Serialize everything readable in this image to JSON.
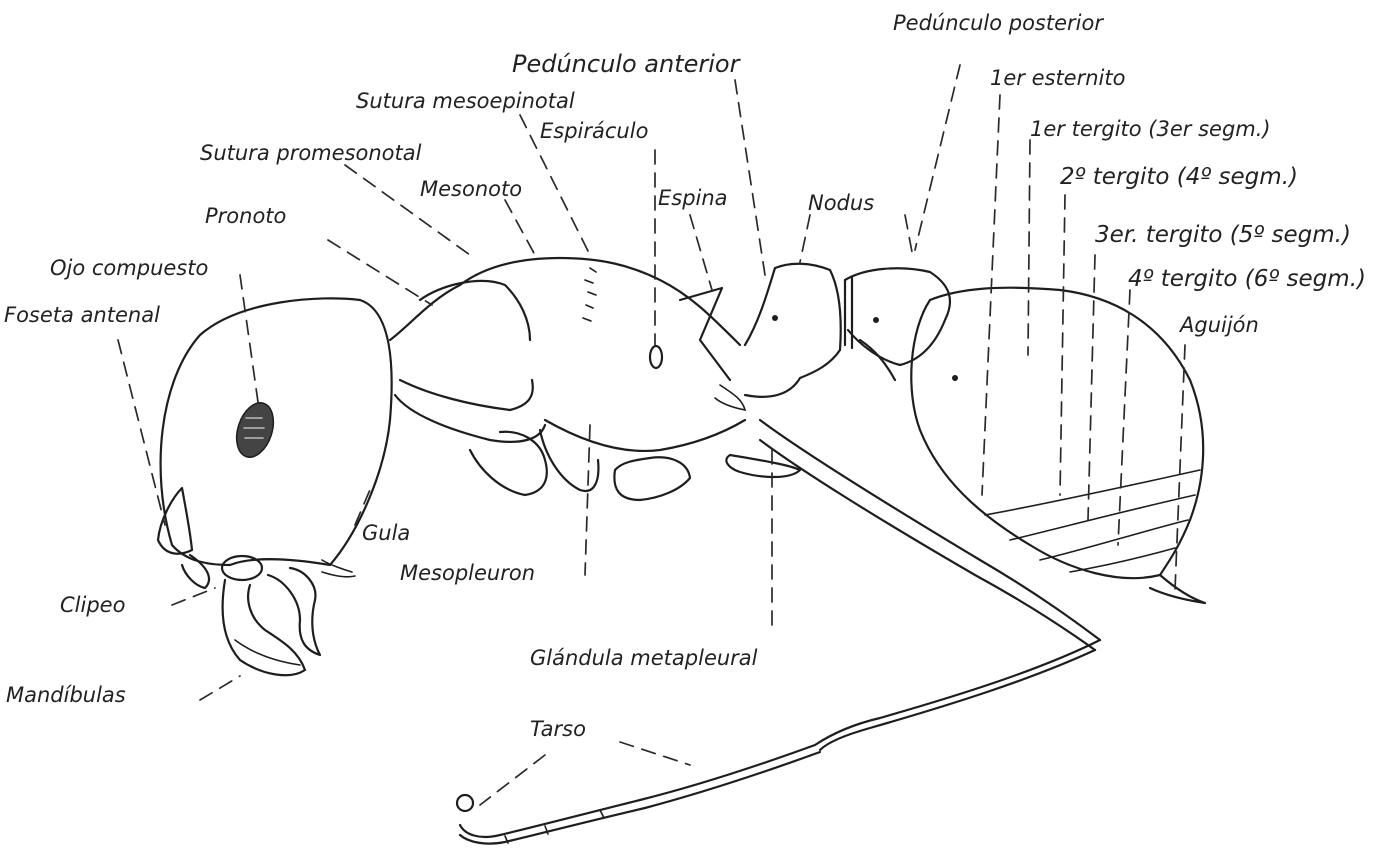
{
  "labels": {
    "pedunculo_posterior": "Pedúnculo posterior",
    "pedunculo_anterior": "Pedúnculo anterior",
    "primer_esternito": "1er esternito",
    "sutura_mesoepinotal": "Sutura mesoepinotal",
    "primer_tergito": "1er tergito (3er segm.)",
    "espiraculo": "Espiráculo",
    "sutura_promesonotal": "Sutura promesonotal",
    "segundo_tergito": "2º tergito (4º segm.)",
    "espina": "Espina",
    "mesonoto": "Mesonoto",
    "nodus": "Nodus",
    "pronoto": "Pronoto",
    "tercer_tergito": "3er. tergito (5º segm.)",
    "ojo_compuesto": "Ojo compuesto",
    "cuarto_tergito": "4º tergito (6º segm.)",
    "foseta_antenal": "Foseta antenal",
    "aguijon": "Aguijón",
    "gula": "Gula",
    "mesopleuron": "Mesopleuron",
    "clipeo": "Clipeo",
    "glandula_metapleural": "Glándula metapleural",
    "mandibulas": "Mandíbulas",
    "tarso": "Tarso"
  }
}
